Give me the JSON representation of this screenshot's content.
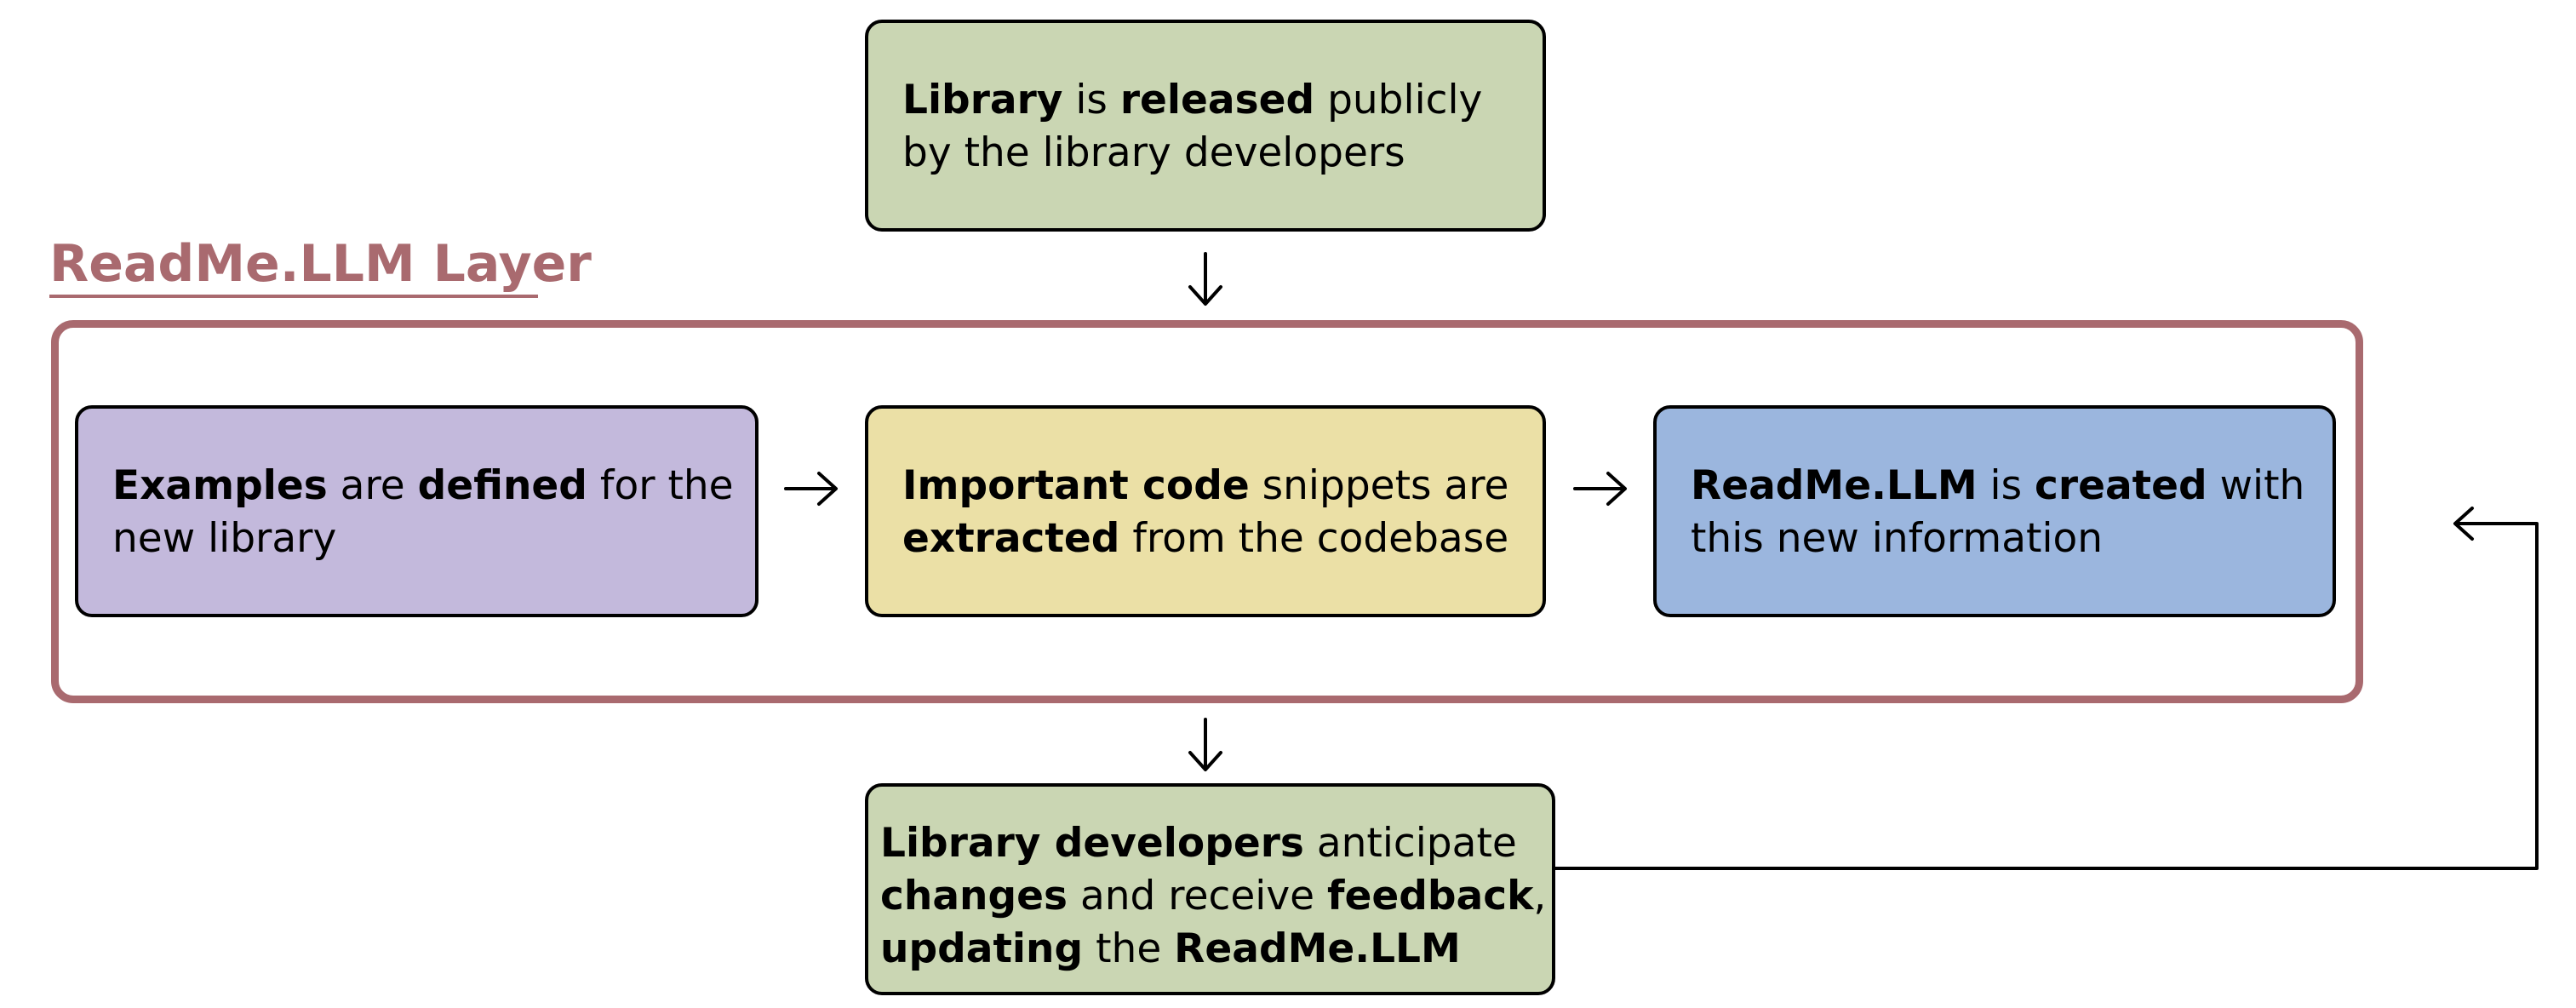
{
  "colors": {
    "green": "#cad6b3",
    "purple": "#c3b9dc",
    "yellow": "#ebe0a6",
    "blue": "#9bb6de",
    "accent": "#a96a6f",
    "stroke": "#000000"
  },
  "layer": {
    "title": "ReadMe.LLM Layer"
  },
  "nodes": {
    "released": {
      "lines": [
        [
          {
            "t": "Library",
            "b": true
          },
          {
            "t": " is ",
            "b": false
          },
          {
            "t": "released",
            "b": true
          },
          {
            "t": " publicly",
            "b": false
          }
        ],
        [
          {
            "t": "by the library developers",
            "b": false
          }
        ]
      ]
    },
    "examples": {
      "lines": [
        [
          {
            "t": "Examples",
            "b": true
          },
          {
            "t": " are ",
            "b": false
          },
          {
            "t": "defined",
            "b": true
          },
          {
            "t": " for the",
            "b": false
          }
        ],
        [
          {
            "t": "new library",
            "b": false
          }
        ]
      ]
    },
    "extracted": {
      "lines": [
        [
          {
            "t": "Important code",
            "b": true
          },
          {
            "t": " snippets are",
            "b": false
          }
        ],
        [
          {
            "t": "extracted",
            "b": true
          },
          {
            "t": " from the codebase",
            "b": false
          }
        ]
      ]
    },
    "created": {
      "lines": [
        [
          {
            "t": "ReadMe.LLM",
            "b": true
          },
          {
            "t": " is ",
            "b": false
          },
          {
            "t": "created",
            "b": true
          },
          {
            "t": " with",
            "b": false
          }
        ],
        [
          {
            "t": "this new information",
            "b": false
          }
        ]
      ]
    },
    "feedback": {
      "lines": [
        [
          {
            "t": "Library developers",
            "b": true
          },
          {
            "t": " anticipate",
            "b": false
          }
        ],
        [
          {
            "t": "changes",
            "b": true
          },
          {
            "t": " and receive ",
            "b": false
          },
          {
            "t": "feedback",
            "b": true
          },
          {
            "t": ",",
            "b": false
          }
        ],
        [
          {
            "t": "updating",
            "b": true
          },
          {
            "t": " the ",
            "b": false
          },
          {
            "t": "ReadMe.LLM",
            "b": true
          }
        ]
      ]
    }
  },
  "edges": [
    {
      "from": "released",
      "to": "layer"
    },
    {
      "from": "examples",
      "to": "extracted"
    },
    {
      "from": "extracted",
      "to": "created"
    },
    {
      "from": "layer",
      "to": "feedback"
    },
    {
      "from": "feedback",
      "to": "layer"
    }
  ]
}
